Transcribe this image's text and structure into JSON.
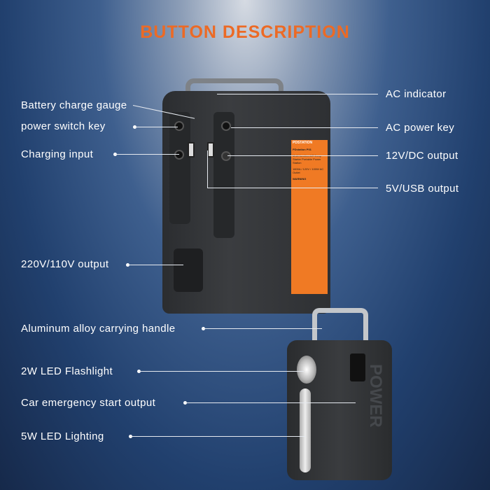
{
  "title": "BUTTON DESCRIPTION",
  "labels_left": [
    "Battery charge gauge",
    "power  switch key",
    "Charging input",
    "220V/110V output",
    "Aluminum alloy carrying handle",
    "2W LED Flashlight",
    "Car emergency start output",
    "5W LED Lighting"
  ],
  "labels_right": [
    "AC indicator",
    "AC power key",
    "12V/DC output",
    "5V/USB output"
  ],
  "sticker": {
    "brand": "PDSTATION",
    "model": "PDstation P01",
    "desc": "Multi-function AC Jump Starter Portable Power Station",
    "specs": "1800A / 120V / 100W AC Outlet",
    "warning": "WARNING"
  },
  "side_text": "POWER",
  "colors": {
    "title": "#ec6a25",
    "sticker": "#f07a24"
  }
}
